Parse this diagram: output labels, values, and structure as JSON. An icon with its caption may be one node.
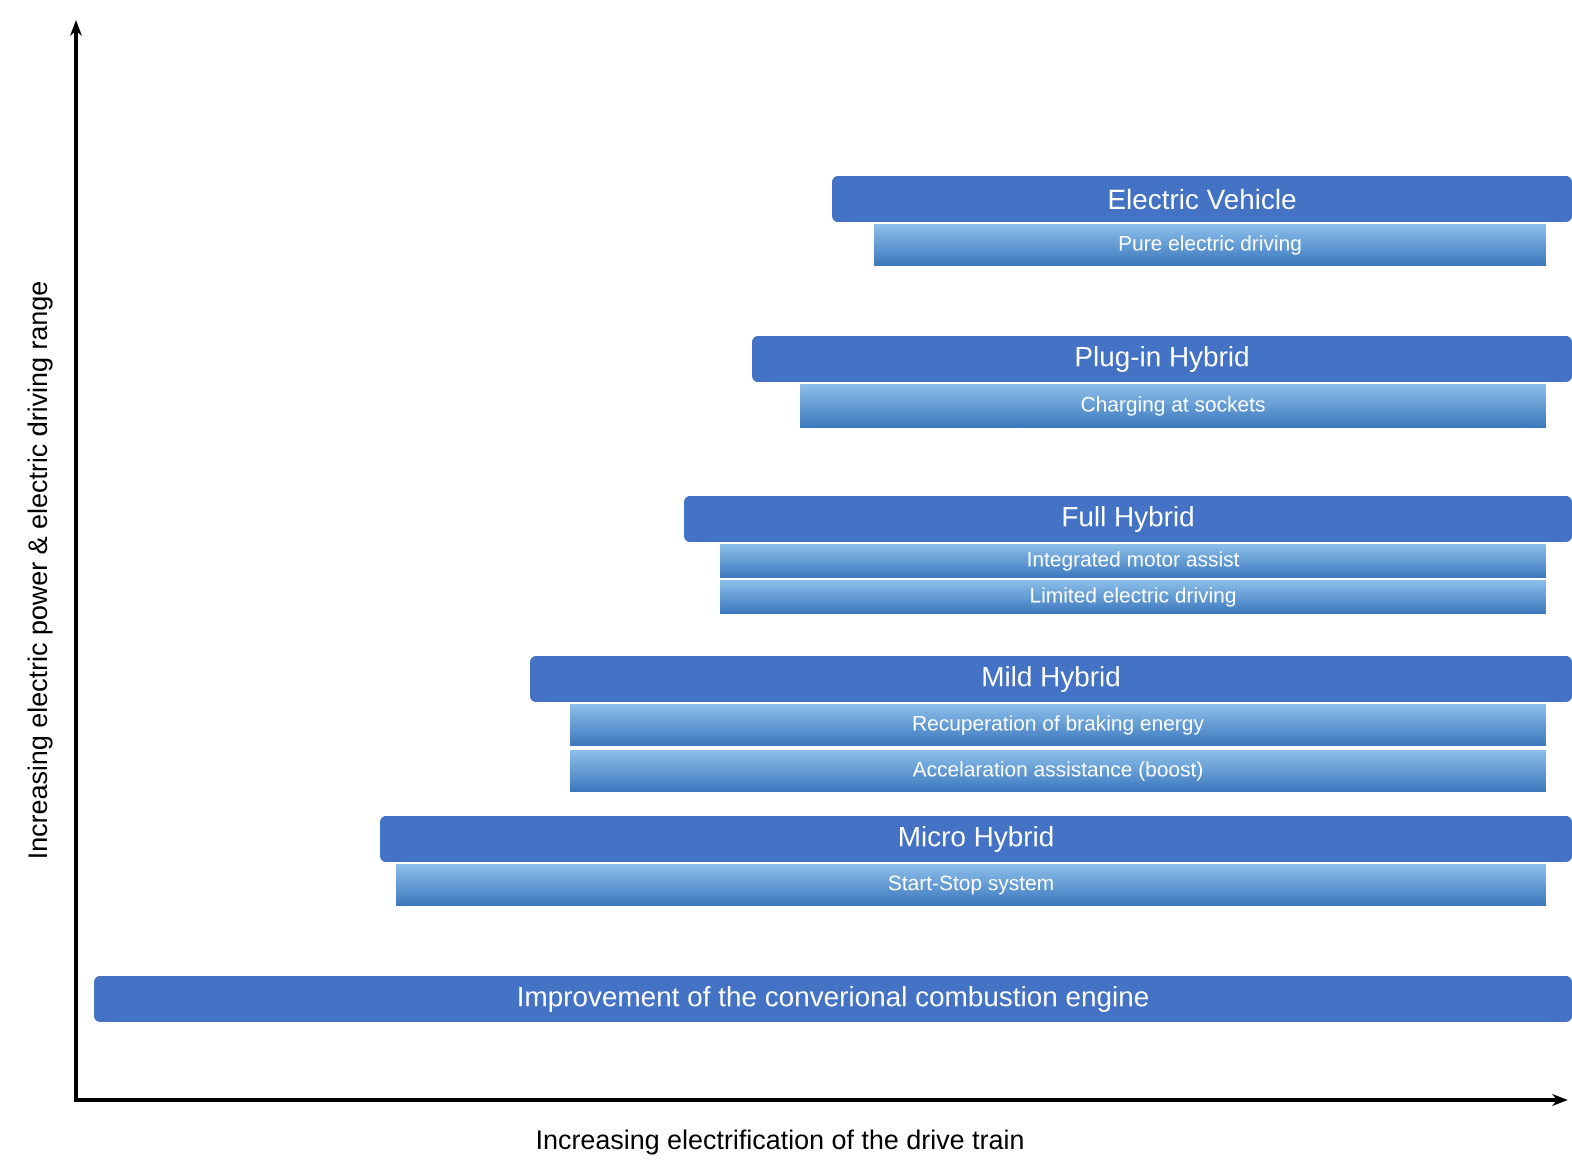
{
  "diagram": {
    "nodes": [
      {
        "text": [
          "Electric Vehicle"
        ]
      },
      {
        "text": [
          "Pure electric driving"
        ]
      },
      {
        "text": [
          "Plug-in Hybrid"
        ]
      },
      {
        "text": [
          "Charging at sockets"
        ]
      },
      {
        "text": [
          "Full Hybrid"
        ]
      },
      {
        "text": [
          "Integrated motor assist"
        ]
      },
      {
        "text": [
          "Limited electric driving"
        ]
      },
      {
        "text": [
          "Mild Hybrid"
        ]
      },
      {
        "text": [
          "Recuperation of braking energy"
        ]
      },
      {
        "text": [
          "Accelaration assistance (boost)"
        ]
      },
      {
        "text": [
          "Micro Hybrid"
        ]
      },
      {
        "text": [
          "Start-Stop system"
        ]
      },
      {
        "text": [
          "Improvement of the converional combustion engine"
        ]
      }
    ],
    "labels": [
      "Increasing electric power & electric driving range",
      "Increasing electrification of the drive train"
    ]
  }
}
